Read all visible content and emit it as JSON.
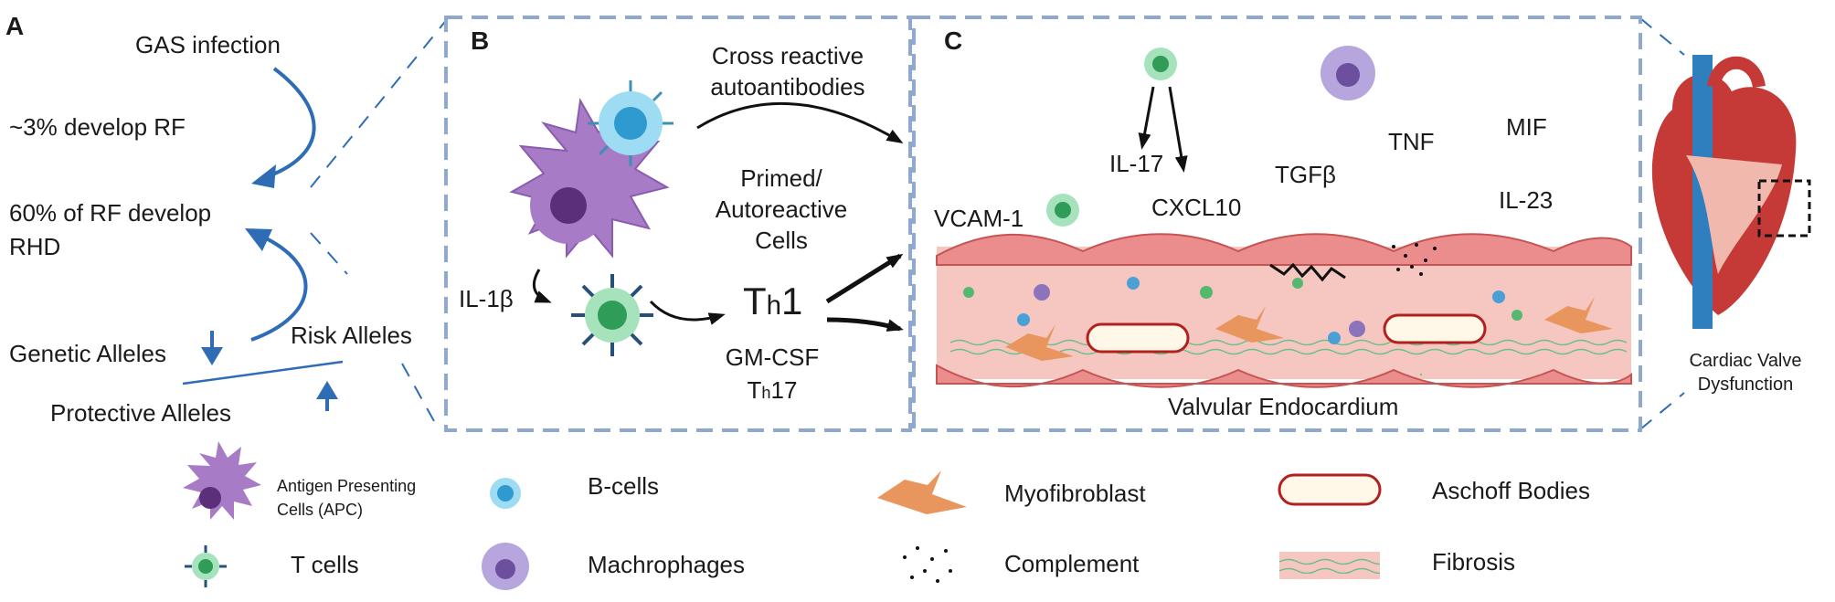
{
  "panels": {
    "a": "A",
    "b": "B",
    "c": "C"
  },
  "panel_a": {
    "gas_infection": "GAS infection",
    "develop_rf": "~3% develop RF",
    "develop_rhd_line1": "60% of RF develop",
    "develop_rhd_line2": "RHD",
    "genetic_alleles": "Genetic Alleles",
    "risk_alleles": "Risk Alleles",
    "protective_alleles": "Protective Alleles"
  },
  "panel_b": {
    "cross_reactive_line1": "Cross reactive",
    "cross_reactive_line2": "autoantibodies",
    "primed_line1": "Primed/",
    "primed_line2": "Autoreactive",
    "primed_line3": "Cells",
    "th1_main": "T",
    "th1_sub": "h",
    "th1_num": "1",
    "il1b": "IL-1β",
    "gmcsf": "GM-CSF",
    "th17_main": "T",
    "th17_sub": "h",
    "th17_num": "17"
  },
  "panel_c": {
    "il17": "IL-17",
    "cxcl10": "CXCL10",
    "tgfb": "TGFβ",
    "tnf": "TNF",
    "mif": "MIF",
    "il23": "IL-23",
    "vcam1": "VCAM-1",
    "valvular": "Valvular Endocardium"
  },
  "heart": {
    "line1": "Cardiac Valve",
    "line2": "Dysfunction"
  },
  "legend": {
    "apc_line1": "Antigen Presenting",
    "apc_line2": "Cells (APC)",
    "bcells": "B-cells",
    "myofibroblast": "Myofibroblast",
    "aschoff": "Aschoff Bodies",
    "tcells": "T cells",
    "macrophages": "Machrophages",
    "complement": "Complement",
    "fibrosis": "Fibrosis"
  },
  "colors": {
    "arrow_blue": "#2e6db5",
    "dash_blue": "#8fa8cf",
    "apc_purple": "#a77bc6",
    "bcell_blue": "#5ec3e6",
    "tcell_green": "#5cbf7c",
    "macrophage": "#9a86c7",
    "myofibroblast": "#e8955e",
    "tissue_pink": "#f5c7c0",
    "heart_red": "#c53a36"
  }
}
